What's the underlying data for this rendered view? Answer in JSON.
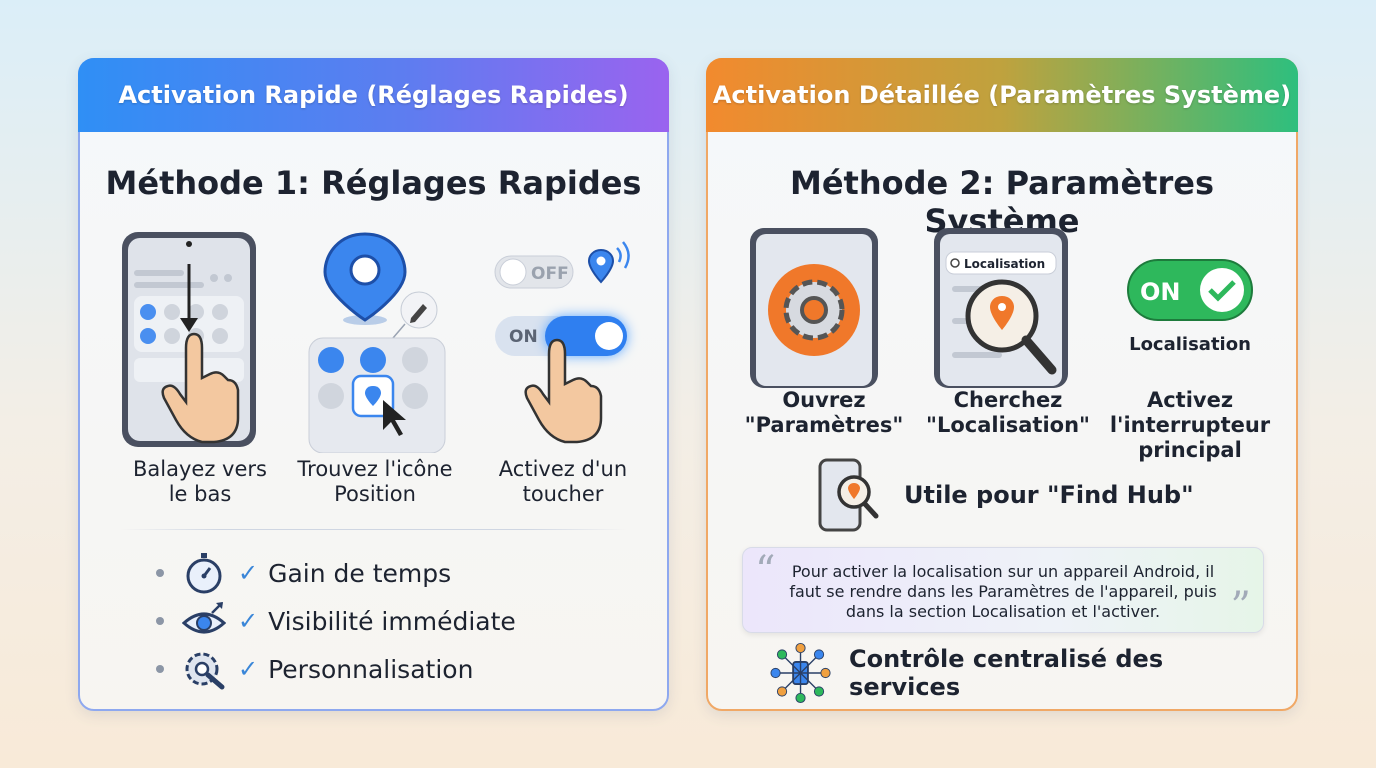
{
  "left": {
    "banner": "Activation Rapide (Réglages Rapides)",
    "title": "Méthode 1: Réglages Rapides",
    "steps": [
      {
        "line1": "Balayez vers",
        "line2": "le bas"
      },
      {
        "line1": "Trouvez l'icône",
        "line2": "Position"
      },
      {
        "line1": "Activez d'un",
        "line2": "toucher"
      }
    ],
    "toggle_off_label": "OFF",
    "toggle_on_label": "ON",
    "benefits": [
      {
        "icon": "stopwatch-icon",
        "label": "Gain de temps"
      },
      {
        "icon": "eye-icon",
        "label": "Visibilité immédiate"
      },
      {
        "icon": "settings-wrench-icon",
        "label": "Personnalisation"
      }
    ],
    "check": "✓"
  },
  "right": {
    "banner": "Activation Détaillée (Paramètres Système)",
    "title": "Méthode 2: Paramètres Système",
    "steps": [
      {
        "line1": "Ouvrez",
        "line2": "\"Paramètres\"",
        "line3": ""
      },
      {
        "line1": "Cherchez",
        "line2": "\"Localisation\"",
        "line3": ""
      },
      {
        "line1": "Activez",
        "line2": "l'interrupteur",
        "line3": "principal"
      }
    ],
    "search_text": "Localisation",
    "switch_label": "ON",
    "switch_caption": "Localisation",
    "find_hub": "Utile pour \"Find Hub\"",
    "quote": "Pour activer la localisation sur un appareil Android, il faut se rendre dans les Paramètres de l'appareil, puis dans la section Localisation et l'activer.",
    "open_quote": "“",
    "close_quote": "”",
    "central": "Contrôle centralisé des services"
  },
  "colors": {
    "blue": "#2f8ff5",
    "purple": "#9a63ef",
    "orange": "#f28a2e",
    "green": "#2ebf7e"
  }
}
